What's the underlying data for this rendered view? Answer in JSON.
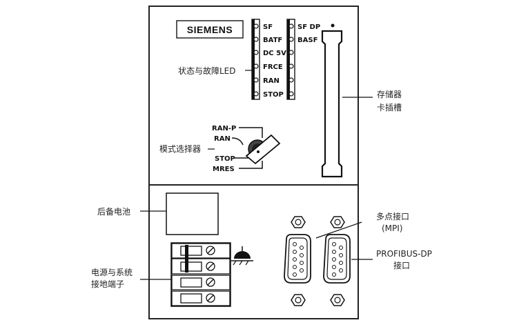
{
  "module": {
    "brand": "SIEMENS"
  },
  "leds": {
    "left_column": [
      "SF",
      "BATF",
      "DC 5V",
      "FRCE",
      "RAN",
      "STOP"
    ],
    "right_column": [
      "SF DP",
      "BASF"
    ]
  },
  "mode_switch": {
    "positions": [
      "RAN-P",
      "RAN",
      "STOP",
      "MRES"
    ]
  },
  "callouts": {
    "status_leds": "状态与故障LED",
    "memory_slot_line1": "存储器",
    "memory_slot_line2": "卡插槽",
    "mode_selector": "模式选择器",
    "backup_battery": "后备电池",
    "power_terminal_line1": "电源与系统",
    "power_terminal_line2": "接地端子",
    "mpi_line1": "多点接口",
    "mpi_line2": "(MPI)",
    "profibus_line1": "PROFIBUS-DP",
    "profibus_line2": "接口"
  }
}
